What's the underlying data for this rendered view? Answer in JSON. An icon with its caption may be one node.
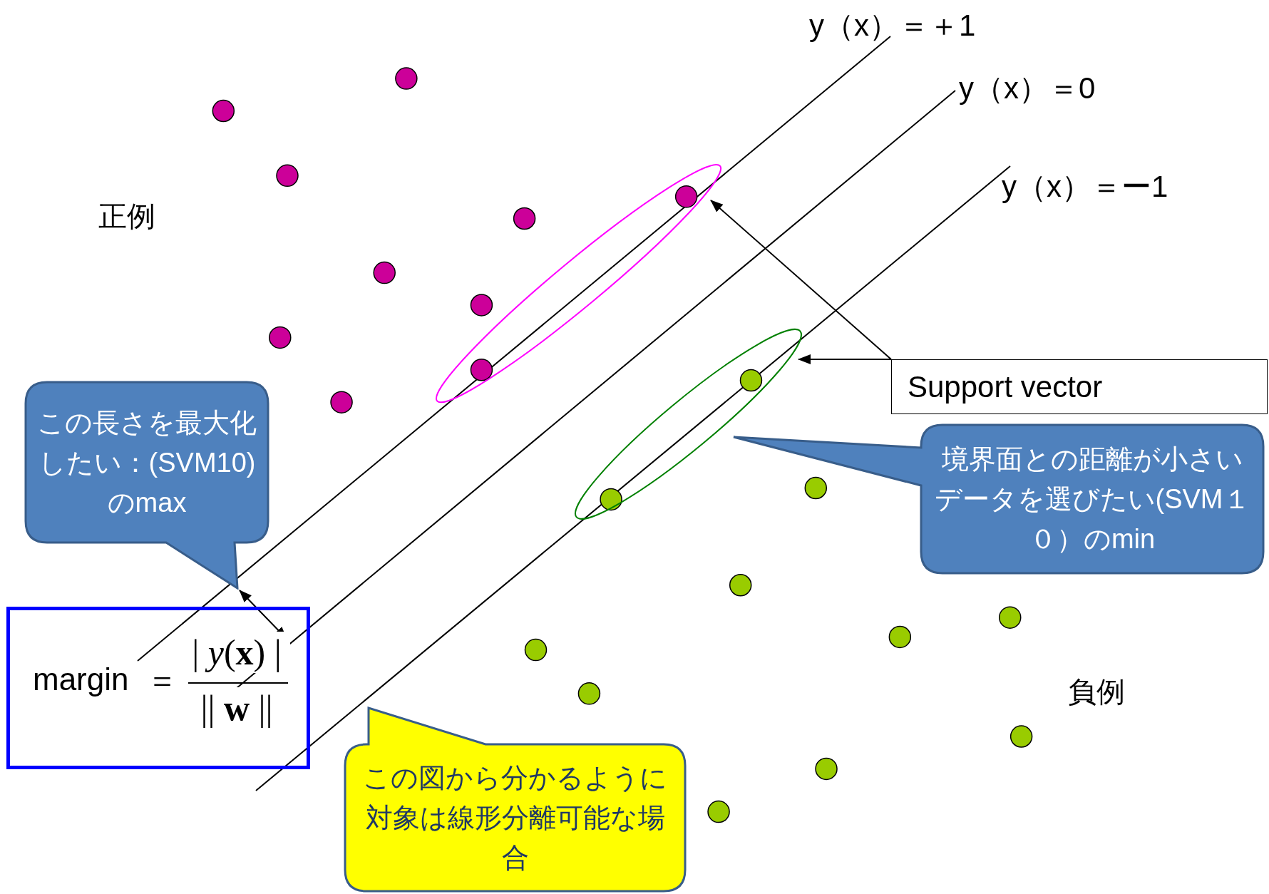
{
  "diagram": {
    "nodes": [
      {
        "text": [],
        "shape": "ellipse"
      },
      {
        "text": [
          "この長さを最大化したい：(SVM10)のmax"
        ]
      },
      {
        "text": [],
        "shape": "ellipse"
      },
      {
        "text": [
          "Support vector"
        ]
      },
      {
        "text": [
          "境界面との距離が小さいデータを選びたい(SVM１０）のmin"
        ]
      },
      {
        "text": [
          "margin",
          "=",
          "| *y*(**x**) |",
          "|| **w** ||"
        ]
      },
      {
        "text": [
          "この図から分かるように対象は線形分離可能な場合"
        ]
      }
    ],
    "edges": [
      {
        "from": 3,
        "to": 0,
        "arrow": "to"
      },
      {
        "from": 3,
        "to": 2,
        "arrow": "to"
      }
    ],
    "labels": [
      "y（x）＝＋1",
      "y（x）＝0",
      "y（x）＝ー1",
      "正例",
      "負例"
    ]
  }
}
